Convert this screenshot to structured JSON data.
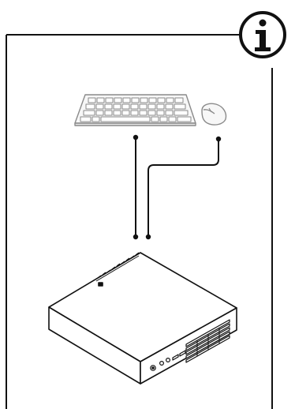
{
  "info_badge": {
    "glyph": "i",
    "icon": "info-icon"
  },
  "diagram": {
    "peripherals": [
      "keyboard",
      "mouse"
    ],
    "host": "mini-pc",
    "connections": [
      {
        "from": "keyboard",
        "to": "mini-pc"
      },
      {
        "from": "mouse",
        "to": "mini-pc"
      }
    ]
  },
  "colors": {
    "line": "#111111",
    "device_stroke": "#8a8a8a",
    "device_fill": "#f7f7f7"
  }
}
